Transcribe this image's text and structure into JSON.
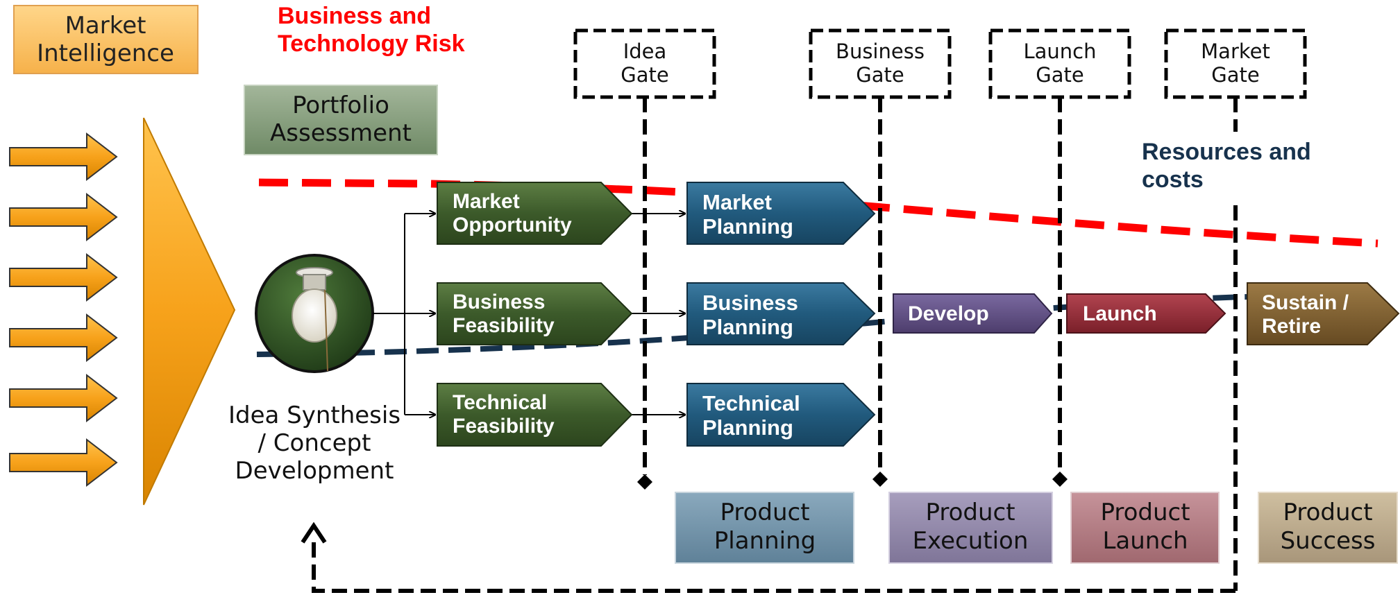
{
  "market_intelligence": {
    "line1": "Market",
    "line2": "Intelligence"
  },
  "risk_label": {
    "line1": "Business and",
    "line2": "Technology Risk",
    "color": "#ff0000"
  },
  "resources_label": {
    "line1": "Resources and",
    "line2": "costs",
    "color": "#17324d"
  },
  "portfolio": {
    "line1": "Portfolio",
    "line2": "Assessment"
  },
  "gates": [
    {
      "line1": "Idea",
      "line2": "Gate"
    },
    {
      "line1": "Business",
      "line2": "Gate"
    },
    {
      "line1": "Launch",
      "line2": "Gate"
    },
    {
      "line1": "Market",
      "line2": "Gate"
    }
  ],
  "idea": {
    "line1": "Idea Synthesis",
    "line2": "/ Concept",
    "line3": "Development",
    "icon": "light-bulb-icon"
  },
  "feasibility": [
    {
      "line1": "Market",
      "line2": "Opportunity"
    },
    {
      "line1": "Business",
      "line2": "Feasibility"
    },
    {
      "line1": "Technical",
      "line2": "Feasibility"
    }
  ],
  "planning": [
    {
      "line1": "Market",
      "line2": "Planning"
    },
    {
      "line1": "Business",
      "line2": "Planning"
    },
    {
      "line1": "Technical",
      "line2": "Planning"
    }
  ],
  "stages": [
    {
      "line1": "Develop",
      "line2": ""
    },
    {
      "line1": "Launch",
      "line2": ""
    },
    {
      "line1": "Sustain /",
      "line2": "Retire"
    }
  ],
  "phases": [
    {
      "line1": "Product",
      "line2": "Planning"
    },
    {
      "line1": "Product",
      "line2": "Execution"
    },
    {
      "line1": "Product",
      "line2": "Launch"
    },
    {
      "line1": "Product",
      "line2": "Success"
    }
  ],
  "colors": {
    "orange": "#f7a21b",
    "feasibility_green": "#3c5a2a",
    "planning_blue": "#215a7d",
    "develop_purple": "#5c4a7e",
    "launch_red": "#8e2a34",
    "sustain_brown": "#7a5a2e",
    "risk_red": "#ff0000",
    "cost_navy": "#17324d"
  }
}
